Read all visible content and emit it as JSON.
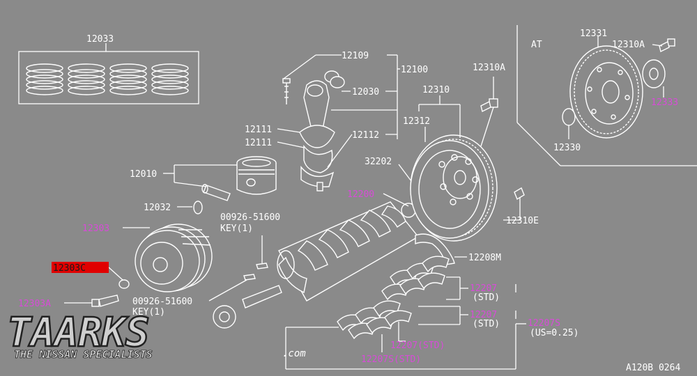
{
  "diagram": {
    "section_at": "AT",
    "footer_code": "A120B 0264",
    "labels": {
      "p12033": "12033",
      "p12109": "12109",
      "p12100": "12100",
      "p12030": "12030",
      "p12111a": "12111",
      "p12111b": "12111",
      "p12112": "12112",
      "p12010": "12010",
      "p12032": "12032",
      "p12310": "12310",
      "p12312": "12312",
      "p12310A_mid": "12310A",
      "p32202": "32202",
      "p12310E": "12310E",
      "p12208M": "12208M",
      "p00926_top": "00926-51600",
      "key_top": "KEY(1)",
      "p00926_bot": "00926-51600",
      "key_bot": "KEY(1)",
      "p12331": "12331",
      "p12310A_at": "12310A",
      "p12330": "12330",
      "std1": "(STD)",
      "std2": "(STD)",
      "us025": "(US=0.25)"
    },
    "highlighted": {
      "p12333": "12333",
      "p12200": "12200",
      "p12303": "12303",
      "p12303A": "12303A",
      "p12207a": "12207",
      "p12207b": "12207",
      "p12207S": "12207S",
      "p12207_std": "12207(STD)",
      "p12207S_std": "12207S(STD)"
    },
    "selected": {
      "p12303C": "12303C"
    }
  },
  "logo": {
    "brand": "TAARKS",
    "tagline": "THE NISSAN SPECIALISTS",
    "domain": ".com"
  },
  "colors": {
    "background": "#8a8a8a",
    "line": "#ffffff",
    "highlight": "#d84bd8",
    "selected_bg": "#e00000"
  }
}
